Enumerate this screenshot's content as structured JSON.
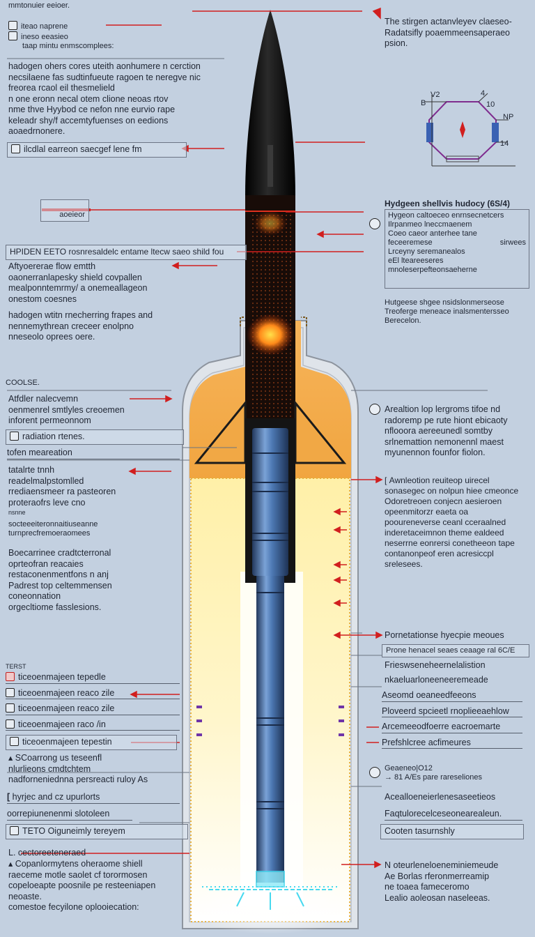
{
  "left": {
    "header": "mmtonuier eeioer.",
    "legend": [
      "iteao naprene",
      "ineso eeasieo",
      "taap mintu enmscomplees:"
    ],
    "para1": [
      "hadogen ohers cores uteith aonhumere n cerction",
      "necsilaene fas sudtinfueute ragoen te neregve nic",
      "freorea rcaol eil thesmelield",
      "n one eronn necal otem clione neoas rtov",
      "nme thve Hyybod ce nefon nne eurvio rape",
      "keleadr shy/f accemtyfuenses on eedions",
      "aoaedrnonere."
    ],
    "note1": "ilcdlal earreon saecgef lene fm",
    "badge": "aoeieor",
    "band_title": "HPIDEN EETO rosnresaldelc entame ltecw saeo shild fou",
    "para2": [
      "Aftyoererae flow emtth",
      "oaonerranlapesky shield covpallen",
      "mealponntemrmy/ a onemeallageon",
      "onestom coesnes"
    ],
    "para3": [
      "hadogen wtitn rnecherring frapes and",
      "nennemythrean creceer enolpno",
      "nneseolo oprees oere."
    ],
    "section2": "COOLSE.",
    "para4": [
      "Atfdler nalecvemn",
      "oenmenrel smtlyles creoemen",
      "inforent permeonnom"
    ],
    "note2": "radiation rtenes.",
    "note3": "tofen meareation",
    "para5": [
      "tatalrte tnnh",
      "readelmalpstomlled",
      "rrediaensmeer ra pasteoren",
      "proteraofrs leve cno"
    ],
    "para5_small": "nsnne",
    "para6": [
      "socteeeiteronnaitiuseanne",
      "turnprecfremoeraomees"
    ],
    "para7": [
      "Boecarrinee cradtcterronal",
      "oprteofran reacaies",
      "restaconenmentfons n anj",
      "Padrest top celtemmensen",
      "coneonnation",
      "orgecltiome fasslesions."
    ],
    "section3": "TERST",
    "items": [
      "ticeoenmajeen tepedle",
      "ticeoenmajeen reaco zile",
      "ticeoenmajeen reaco zile",
      "ticeoenmajeen raco /in",
      "ticeoenmajeen tepestin"
    ],
    "para8": [
      "SCoarrong us teseenfl",
      "nlurlieons cmdtchtem",
      "nadforneniednna persreacti ruloy As"
    ],
    "note4": "hyrjec and cz upurlorts",
    "note5": "oorrepiunenenmi slotoleen",
    "note6": "TETO Oiguneimly tereyem",
    "section4": "L. cectoreeteneraed",
    "para9": [
      "Copanlormytens oheraome shiell",
      "raeceme motle saolet cf torormosen",
      "copeloeapte poosnile pe resteeniapen",
      "neoaste.",
      "comestoe fecyilone oplooiecation:"
    ]
  },
  "right": {
    "para1": [
      "The stirgen actanvleyev claeseo-",
      "Radatsifly poaemmeensaperaeo",
      "psion."
    ],
    "diagram_labels": [
      "V2",
      "B",
      "4",
      "10",
      "NP",
      "14"
    ],
    "box_title": "Hydgeen shellvis hudocy (6S/4)",
    "box_lines": [
      "Hygeon caltoeceo enrnsecnetcers",
      "Ilrpanmeo lneccmaenem",
      "Coeo caeor anterhee tane",
      "feceeremese",
      "sirwees",
      "Lrceyny seremanealos",
      "eEl lteareeseres",
      "mnoleserpefteonsaeherne"
    ],
    "para2": [
      "Hutgeese shgee nsidslonmerseose",
      "Treoferge meneace inalsmentersseo",
      "Berecelon."
    ],
    "para3": [
      "Arealtion lop lergroms tifoe nd",
      "radoremp pe rute hiont ebicaoty",
      "nflooora aereeunedl somtby",
      "srlnemattion nemonennl maest",
      "myunennon founfor fiolon."
    ],
    "para4": [
      "Awnleotion reuiteop uirecel",
      "sonasegec on nolpun hiee cmeonce",
      "Odoretreoen conjecn aesieroen",
      "opeenmitorzr eaeta oa",
      "pooureneverse ceanl cceraalned",
      "inderetaceimnon theme ealdeed",
      "neserrne eonrersi conetheeon tape",
      "contanonpeof eren acresiccpl",
      "srelesees."
    ],
    "note1": "Pornetationse hyecpie meoues",
    "note2": "Prone henacel seaes ceaage ral 6C/E",
    "note3": "Frieswseneheernelalistion",
    "note4": "nkaeluarloneeneeremeade",
    "list": [
      "Aseomd oeaneedfeeons",
      "Ploveerd spcieetl rnoplieeaehlow",
      "Arcemeeodfoerre eacroemarte",
      "Prefshlcree acfimeures"
    ],
    "para5": [
      "Geaeneo|O12",
      "→ 81 A/Es pare rareseliones"
    ],
    "note5": "Acealloeneierlenesaseetieos",
    "note6": "Faqtulorecelceseonearealeun.",
    "note7": "Cooten tasurnshly",
    "para6": [
      "N oteurleneloeneminiemeude",
      "Ae Borlas rferonmerreamip",
      "ne toaea fameceromo",
      "Lealio aoleosan naseleeas."
    ]
  },
  "colors": {
    "background": "#c3d0e0",
    "nose": "#0b0b0b",
    "chamber": "#1a0e0a",
    "sleeve": "#f0a84a",
    "glow": "#fff2b0",
    "rod": "#3f6fae",
    "leader": "#d11f1f",
    "exhaust": "#5de3f2"
  }
}
